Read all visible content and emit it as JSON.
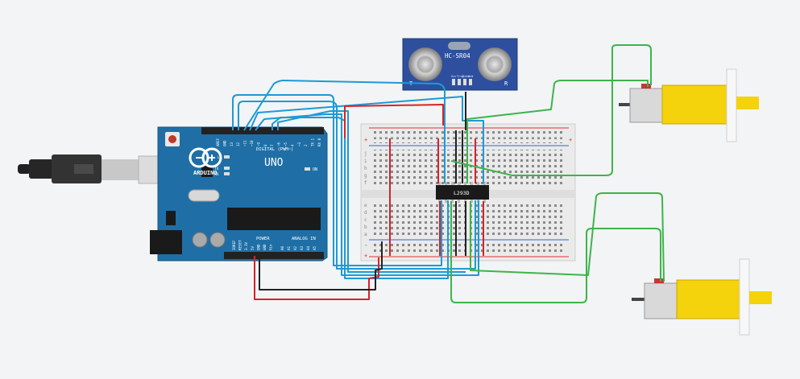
{
  "sensor": {
    "model": "HC-SR04",
    "mark_t": "T",
    "mark_r": "R",
    "pins": [
      "Vcc",
      "Trig",
      "Echo",
      "Gnd"
    ]
  },
  "arduino": {
    "brand": "ARDUINO",
    "model": "UNO",
    "label_digital": "DIGITAL (PWM~)",
    "label_power": "POWER",
    "label_analog": "ANALOG IN",
    "label_on": "ON",
    "led_labels": [
      "L",
      "TX",
      "RX"
    ],
    "top_pins": [
      "AREF",
      "GND",
      "13",
      "12",
      "~11",
      "~10",
      "~9",
      "8",
      "7",
      "~6",
      "~5",
      "4",
      "~3",
      "2",
      "TX 1",
      "RX 0"
    ],
    "power_pins": [
      "IOREF",
      "RESET",
      "3.3V",
      "5V",
      "GND",
      "GND",
      "Vin"
    ],
    "analog_pins": [
      "A0",
      "A1",
      "A2",
      "A3",
      "A4",
      "A5"
    ]
  },
  "breadboard": {
    "rows_top": [
      "j",
      "i",
      "h",
      "g",
      "f"
    ],
    "rows_bottom": [
      "e",
      "d",
      "c",
      "b",
      "a"
    ],
    "plus": "+",
    "minus": "-"
  },
  "chip": {
    "label": "L293D"
  },
  "motors": [
    {
      "label": ""
    },
    {
      "label": ""
    }
  ],
  "colors": {
    "board": "#1f6fa6",
    "wire_blue": "#1d9ad6",
    "wire_green": "#3db44a",
    "wire_red": "#d6222a",
    "wire_black": "#222222",
    "motor_yellow": "#f4d20c",
    "sensor_blue": "#2d4f9e"
  }
}
